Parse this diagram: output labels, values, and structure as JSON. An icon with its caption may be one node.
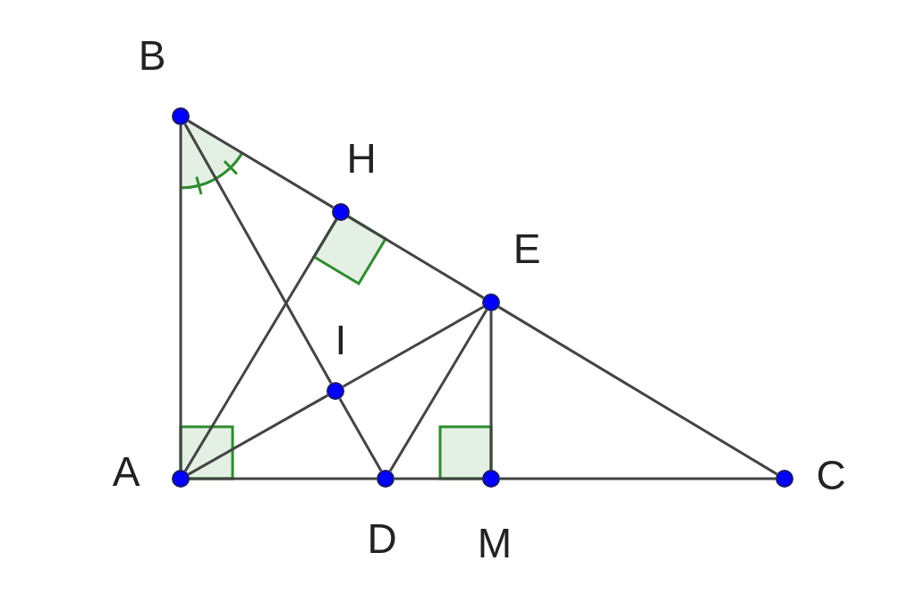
{
  "diagram": {
    "nodes": [
      {
        "text": [],
        "shape": "circle",
        "beside": [
          "B"
        ]
      },
      {
        "text": [],
        "shape": "circle",
        "beside": [
          "H"
        ]
      },
      {
        "text": [],
        "shape": "circle",
        "beside": [
          "E"
        ]
      },
      {
        "text": [],
        "shape": "circle",
        "beside": [
          "I"
        ]
      },
      {
        "text": [],
        "shape": "circle",
        "beside": [
          "A"
        ]
      },
      {
        "text": [],
        "shape": "circle",
        "beside": [
          "D"
        ]
      },
      {
        "text": [],
        "shape": "circle",
        "beside": [
          "M"
        ]
      },
      {
        "text": [],
        "shape": "circle",
        "beside": [
          "C"
        ]
      }
    ],
    "edges": [
      {
        "from": 0,
        "to": 4,
        "arrow": "none"
      },
      {
        "from": 0,
        "to": 1,
        "arrow": "none"
      },
      {
        "from": 1,
        "to": 2,
        "arrow": "none"
      },
      {
        "from": 2,
        "to": 7,
        "arrow": "none"
      },
      {
        "from": 4,
        "to": 5,
        "arrow": "none"
      },
      {
        "from": 5,
        "to": 6,
        "arrow": "none"
      },
      {
        "from": 6,
        "to": 7,
        "arrow": "none"
      },
      {
        "from": 4,
        "to": 1,
        "arrow": "none"
      },
      {
        "from": 0,
        "to": 3,
        "arrow": "none"
      },
      {
        "from": 3,
        "to": 5,
        "arrow": "none"
      },
      {
        "from": 4,
        "to": 3,
        "arrow": "none"
      },
      {
        "from": 3,
        "to": 2,
        "arrow": "none"
      },
      {
        "from": 2,
        "to": 5,
        "arrow": "none"
      },
      {
        "from": 2,
        "to": 6,
        "arrow": "none"
      }
    ]
  }
}
